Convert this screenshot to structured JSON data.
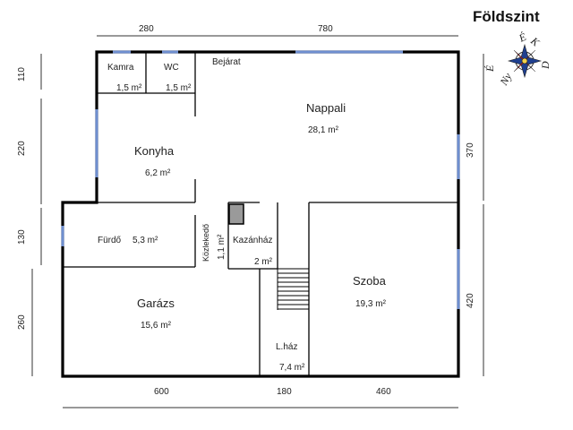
{
  "title": "Földszint",
  "compass": {
    "north": "É",
    "east": "K",
    "south": "D",
    "west": "Ny"
  },
  "dimensions": {
    "top_left": "280",
    "top_right": "780",
    "bottom_left": "600",
    "bottom_mid": "180",
    "bottom_right": "460",
    "left_1": "110",
    "left_2": "220",
    "left_3": "130",
    "left_4": "260",
    "right_1": "370",
    "right_2": "420"
  },
  "rooms": {
    "kamra": {
      "name": "Kamra",
      "area": "1,5 m²"
    },
    "wc": {
      "name": "WC",
      "area": "1,5 m²"
    },
    "bejarat": {
      "name": "Bejárat"
    },
    "nappali": {
      "name": "Nappali",
      "area": "28,1 m²"
    },
    "konyha": {
      "name": "Konyha",
      "area": "6,2 m²"
    },
    "furdo": {
      "name": "Fürdő",
      "area": "5,3 m²"
    },
    "kozlekedo": {
      "name": "Közlekedő",
      "area": "1,1 m²"
    },
    "kazanhaz": {
      "name": "Kazánház",
      "area": "2 m²"
    },
    "szoba": {
      "name": "Szoba",
      "area": "19,3 m²"
    },
    "garazs": {
      "name": "Garázs",
      "area": "15,6 m²"
    },
    "lhaz": {
      "name": "L.ház",
      "area": "7,4 m²"
    }
  },
  "colors": {
    "wall": "#000000",
    "window": "#6f8fd0",
    "chimney": "#9a9a9a",
    "dim_line": "#333333"
  }
}
